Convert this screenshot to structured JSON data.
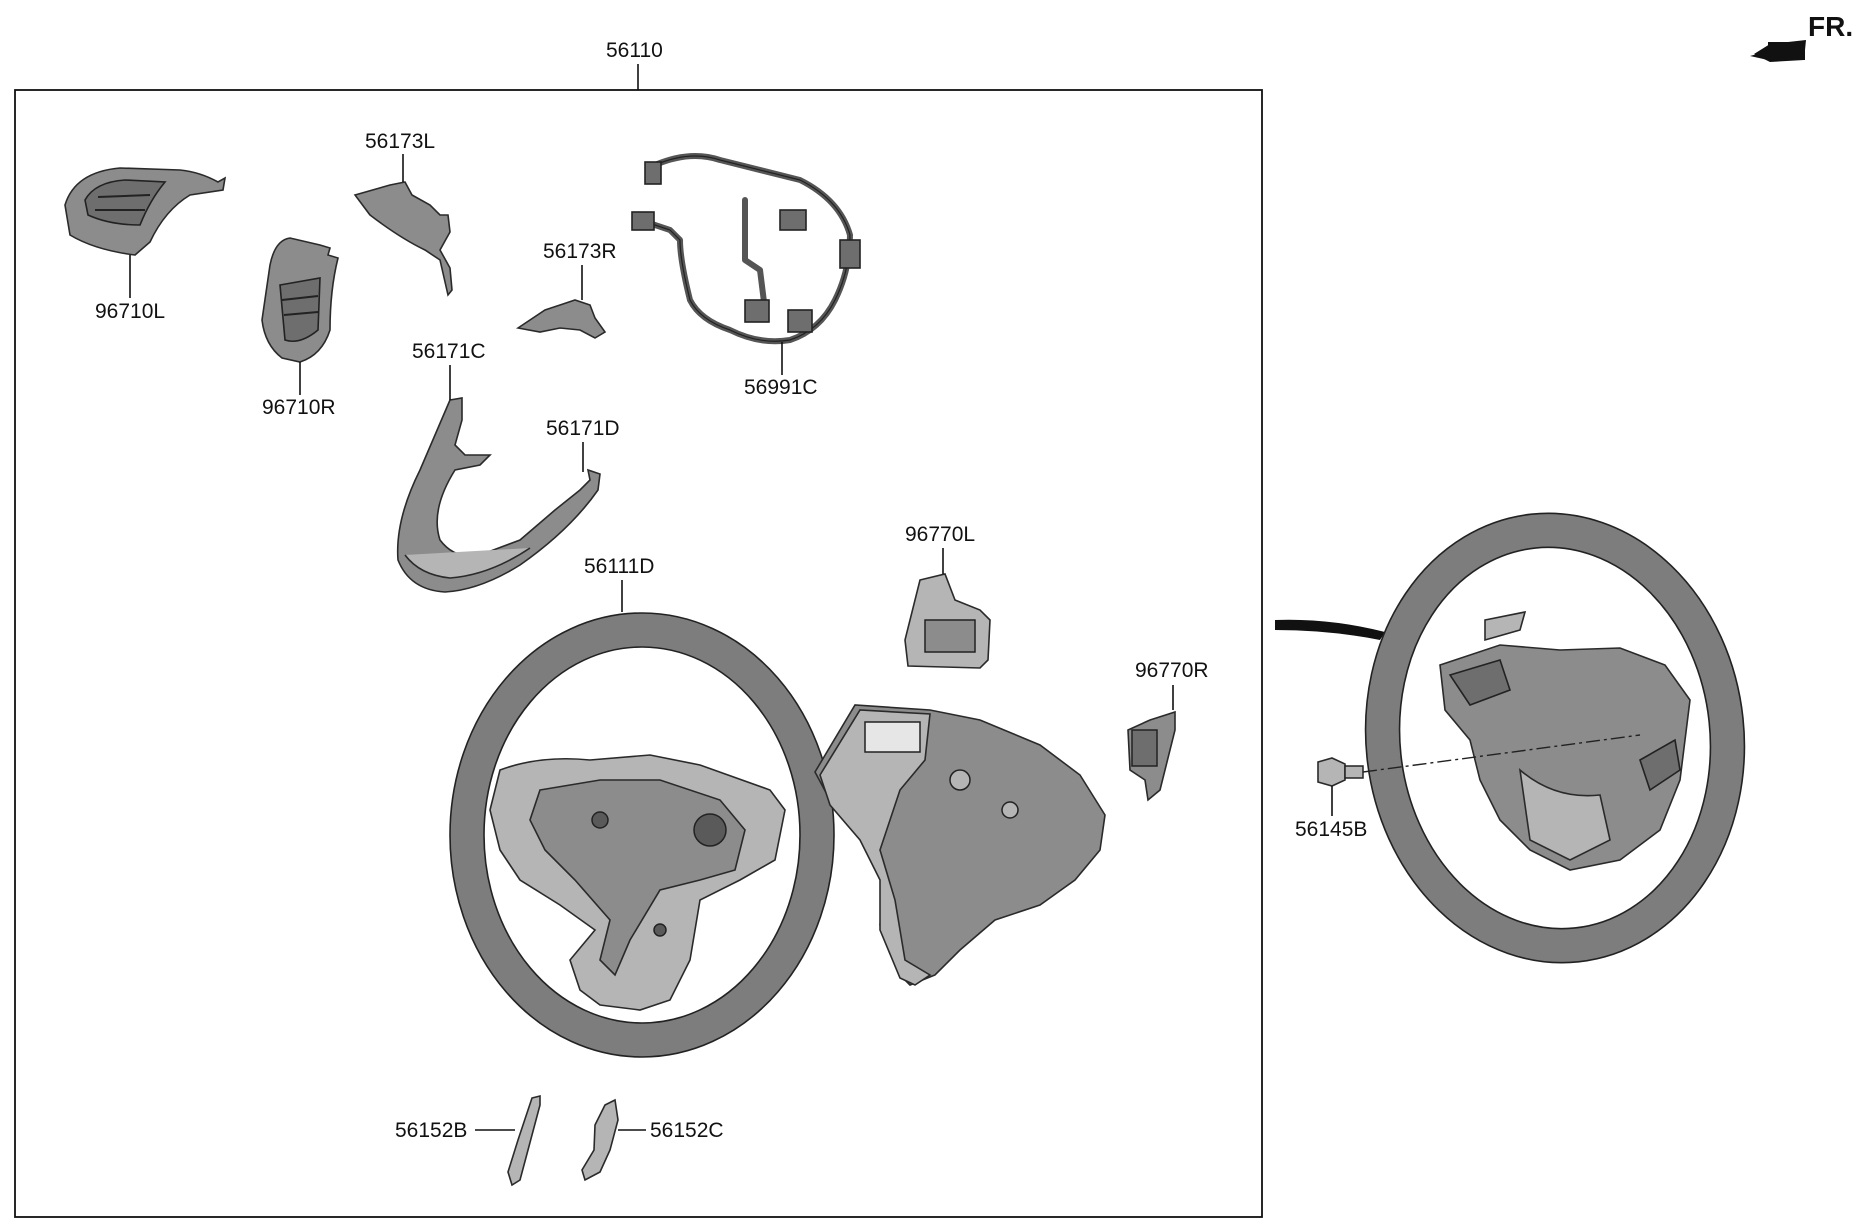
{
  "orientation_marker": {
    "label": "FR.",
    "icon": "front-direction-arrow-icon"
  },
  "assembly": {
    "part_number": "56110"
  },
  "parts": [
    {
      "id": "remote-switch-left",
      "part_number": "96710L"
    },
    {
      "id": "remote-switch-right",
      "part_number": "96710R"
    },
    {
      "id": "bezel-left",
      "part_number": "56173L"
    },
    {
      "id": "bezel-right",
      "part_number": "56173R"
    },
    {
      "id": "wiring-harness",
      "part_number": "56991C"
    },
    {
      "id": "cover-lower-c",
      "part_number": "56171C"
    },
    {
      "id": "cover-lower-d",
      "part_number": "56171D"
    },
    {
      "id": "steering-wheel-body",
      "part_number": "56111D"
    },
    {
      "id": "paddle-shift-left",
      "part_number": "96770L"
    },
    {
      "id": "paddle-shift-right",
      "part_number": "96770R"
    },
    {
      "id": "bolt",
      "part_number": "56145B"
    },
    {
      "id": "clip-b",
      "part_number": "56152B"
    },
    {
      "id": "clip-c",
      "part_number": "56152C"
    }
  ]
}
